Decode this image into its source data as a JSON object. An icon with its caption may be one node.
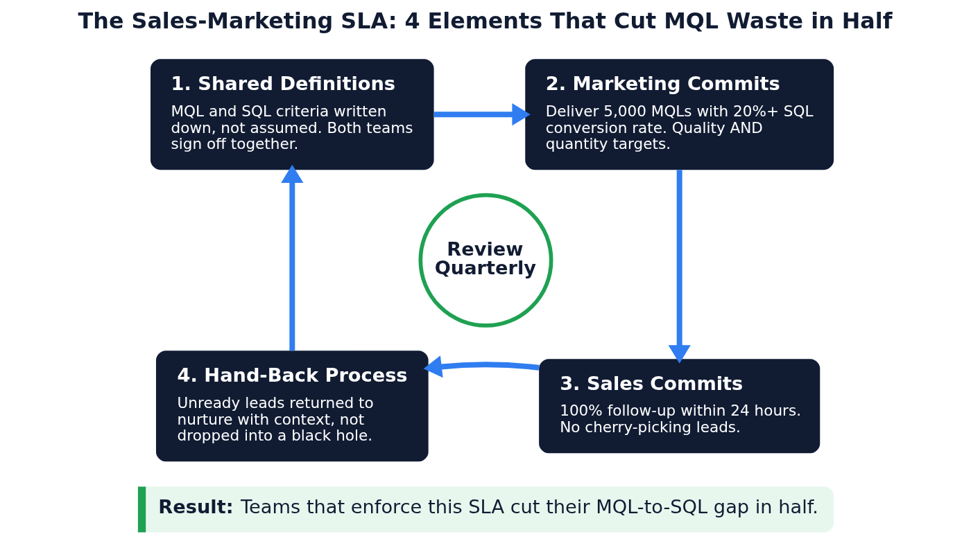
{
  "diagram": {
    "title": "The Sales-Marketing SLA: 4 Elements That Cut MQL Waste in Half",
    "nodes": [
      {
        "text": [
          "1. Shared Definitions",
          "MQL and SQL criteria written down, not assumed. Both teams sign off together."
        ]
      },
      {
        "text": [
          "2. Marketing Commits",
          "Deliver 5,000 MQLs with 20%+ SQL conversion rate. Quality AND quantity targets."
        ]
      },
      {
        "text": [
          "Review Quarterly"
        ]
      },
      {
        "text": [
          "4. Hand-Back Process",
          "Unready leads returned to nurture with context, not dropped into a black hole."
        ]
      },
      {
        "text": [
          "3. Sales Commits",
          "100% follow-up within 24 hours. No cherry-picking leads."
        ]
      },
      {
        "text": [
          "**Result:** Teams that enforce this SLA cut their MQL-to-SQL gap in half."
        ]
      }
    ],
    "edges": [
      {
        "from": 0,
        "to": 1,
        "arrow": "to"
      },
      {
        "from": 1,
        "to": 4,
        "arrow": "to"
      },
      {
        "from": 4,
        "to": 3,
        "arrow": "to"
      },
      {
        "from": 3,
        "to": 0,
        "arrow": "to"
      }
    ]
  }
}
